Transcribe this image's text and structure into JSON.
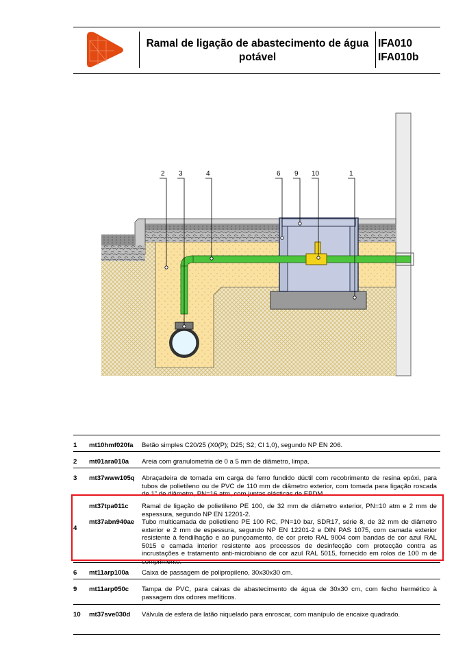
{
  "header": {
    "title_line1": "Ramal de ligação de abastecimento de água",
    "title_line2": "potável",
    "code1": "IFA010",
    "code2": "IFA010b",
    "logo_color": "#e24a12"
  },
  "drawing": {
    "callouts": [
      "2",
      "3",
      "4",
      "6",
      "9",
      "10",
      "1"
    ]
  },
  "table": {
    "rows": [
      {
        "num": "1",
        "refs": [
          "mt10hmf020fa"
        ],
        "descs": [
          "Betão simples C20/25 (X0(P); D25; S2; Cl 1,0), segundo NP EN 206."
        ]
      },
      {
        "num": "2",
        "refs": [
          "mt01ara010a"
        ],
        "descs": [
          "Areia com granulometria de 0 a 5 mm de diâmetro, limpa."
        ]
      },
      {
        "num": "3",
        "refs": [
          "mt37www105q"
        ],
        "descs": [
          "Abraçadeira de tomada em carga de ferro fundido dúctil com recobrimento de resina epóxi, para tubos de polietileno ou de PVC de 110 mm de diâmetro exterior, com tomada para ligação roscada de 1\" de diâmetro, PN=16 atm, com juntas elásticas de EPDM."
        ]
      },
      {
        "num": "4",
        "refs": [
          "mt37tpa011c",
          "mt37abn940ae"
        ],
        "descs": [
          "Ramal de ligação de polietileno PE 100, de 32 mm de diâmetro exterior, PN=10 atm e 2 mm de espessura, segundo NP EN 12201-2.",
          "Tubo multicamada de polietileno PE 100 RC, PN=10 bar, SDR17, série 8, de 32 mm de diâmetro exterior e 2 mm de espessura, segundo NP EN 12201-2 e DIN PAS 1075, com camada exterior resistente à fendilhação e ao punçoamento, de cor preto RAL 9004 com bandas de cor azul RAL 5015 e camada interior resistente aos processos de desinfecção com protecção contra as incrustações e tratamento anti-microbiano de cor azul RAL 5015, fornecido em rolos de 100 m de comprimento."
        ]
      },
      {
        "num": "6",
        "refs": [
          "mt11arp100a"
        ],
        "descs": [
          "Caixa de passagem de polipropileno, 30x30x30 cm."
        ]
      },
      {
        "num": "9",
        "refs": [
          "mt11arp050c"
        ],
        "descs": [
          "Tampa de PVC, para caixas de abastecimento de água de 30x30 cm, com fecho hermético à passagem dos odores mefíticos."
        ]
      },
      {
        "num": "10",
        "refs": [
          "mt37sve030d"
        ],
        "descs": [
          "Válvula de esfera de latão niquelado para enroscar, com manípulo de encaixe quadrado."
        ]
      }
    ],
    "highlight_color": "#e8141c"
  }
}
